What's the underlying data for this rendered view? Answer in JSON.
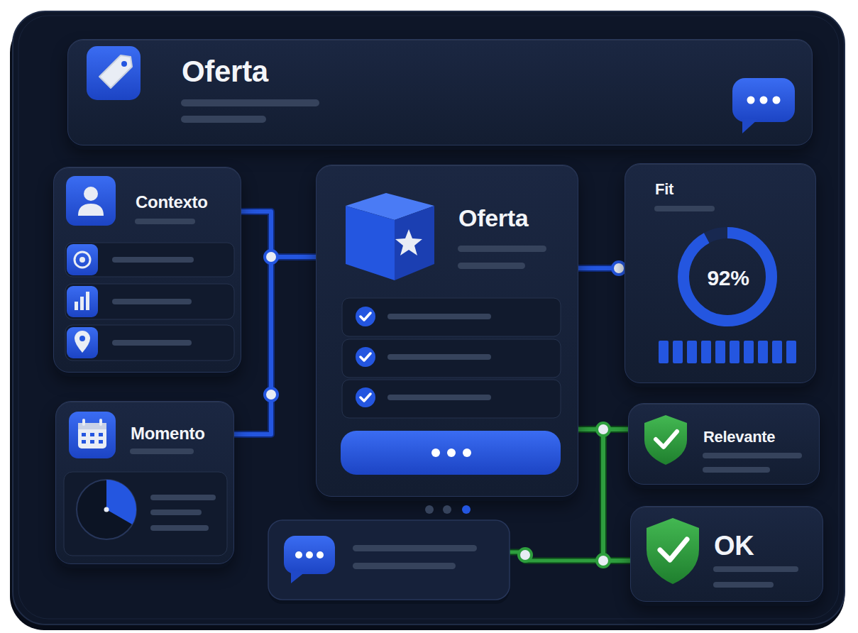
{
  "diagram": {
    "nodes": [
      {
        "text": [
          "Oferta"
        ]
      },
      {
        "text": [
          "Contexto"
        ]
      },
      {
        "text": [
          "Oferta"
        ]
      },
      {
        "text": [
          "Fit",
          "92%"
        ]
      },
      {
        "text": [
          "Momento"
        ]
      },
      {
        "text": [
          "Relevante"
        ]
      },
      {
        "text": [
          "OK"
        ]
      }
    ],
    "edges": [
      {
        "from": 1,
        "to": 2,
        "arrow": "none"
      },
      {
        "from": 4,
        "to": 2,
        "arrow": "none"
      },
      {
        "from": 2,
        "to": 3,
        "arrow": "none"
      },
      {
        "from": 2,
        "to": 5,
        "arrow": "none"
      },
      {
        "from": 2,
        "to": 6,
        "arrow": "none"
      }
    ]
  }
}
